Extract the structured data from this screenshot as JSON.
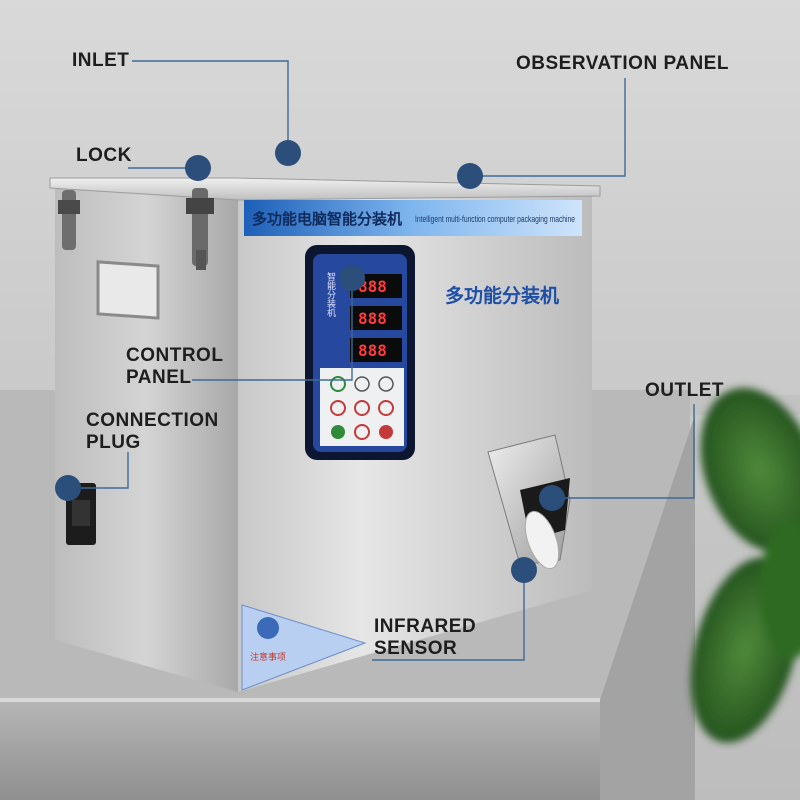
{
  "callouts": {
    "inlet": "INLET",
    "observation_panel": "OBSERVATION PANEL",
    "lock": "LOCK",
    "control_panel": [
      "CONTROL",
      "PANEL"
    ],
    "connection_plug": [
      "CONNECTION",
      "PLUG"
    ],
    "outlet": "OUTLET",
    "infrared_sensor": [
      "INFRARED",
      "SENSOR"
    ]
  },
  "machine": {
    "banner_cn": "多功能电脑智能分装机",
    "banner_en": "Intelligent multi-function computer packaging machine",
    "front_label_cn": "多功能分装机",
    "panel_side_text": "智能分装机",
    "displays": [
      "888",
      "888",
      "888"
    ],
    "warning_label": "注意事项"
  },
  "colors": {
    "marker": "#2b4f7a",
    "leader_line": "#3f6a96",
    "steel_light": "#e2e2e2",
    "steel_dark": "#9a9a9a",
    "panel_blue": "#1f3f98",
    "digit_red": "#ff3b3b"
  }
}
